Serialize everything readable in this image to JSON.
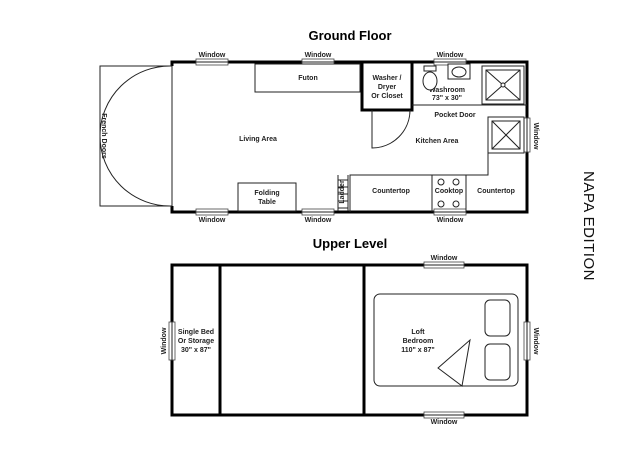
{
  "titles": {
    "ground_floor": "Ground Floor",
    "upper_level": "Upper Level",
    "edition": "NAPA EDITION"
  },
  "ground": {
    "window_label": "Window",
    "french_doors": "French Doors",
    "futon": "Futon",
    "washer_dryer_line1": "Washer /",
    "washer_dryer_line2": "Dryer",
    "washer_dryer_line3": "Or Closet",
    "washroom": "Washroom",
    "washroom_size": "73\" x 30\"",
    "pocket_door": "Pocket Door",
    "living_area": "Living Area",
    "kitchen_area": "Kitchen Area",
    "folding_table_line1": "Folding",
    "folding_table_line2": "Table",
    "ladder": "Ladder",
    "countertop": "Countertop",
    "cooktop": "Cooktop"
  },
  "upper": {
    "window_label": "Window",
    "single_bed_line1": "Single Bed",
    "single_bed_line2": "Or Storage",
    "single_bed_size": "30\" x 87\"",
    "loft_line1": "Loft",
    "loft_line2": "Bedroom",
    "loft_size": "110\" x  87\""
  },
  "colors": {
    "wall": "#000000",
    "line": "#222222",
    "background": "#ffffff"
  }
}
